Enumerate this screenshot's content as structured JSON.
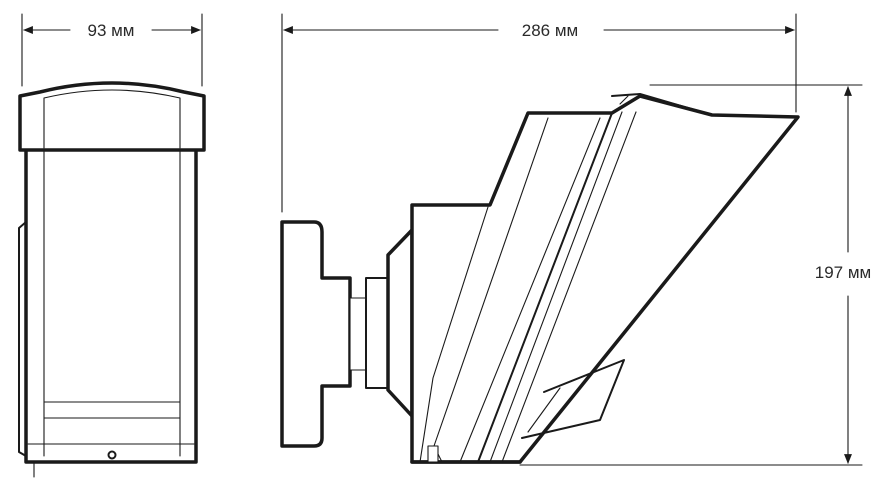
{
  "dimensions": {
    "width_label": "93 мм",
    "length_label": "286 мм",
    "height_label": "197 мм"
  },
  "colors": {
    "ink": "#1a1a1a",
    "background": "#ffffff"
  }
}
